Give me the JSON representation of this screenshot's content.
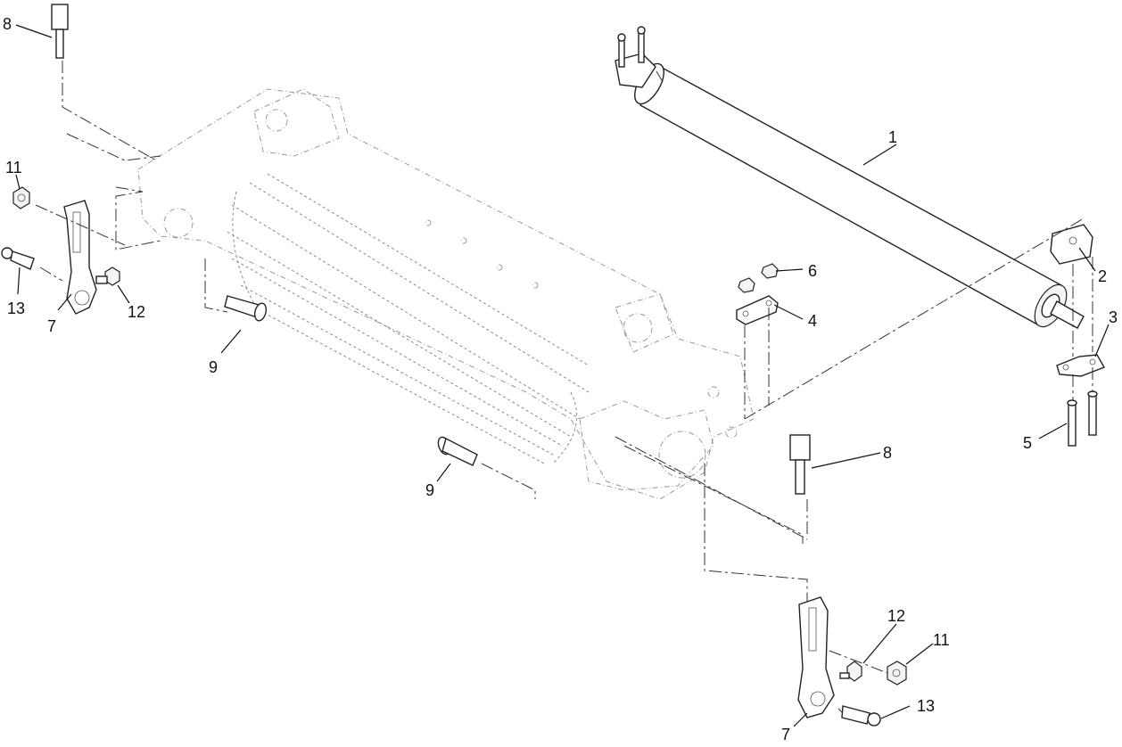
{
  "callouts": {
    "c1": "1",
    "c2": "2",
    "c3": "3",
    "c4": "4",
    "c5": "5",
    "c6": "6",
    "c7a": "7",
    "c7b": "7",
    "c8a": "8",
    "c8b": "8",
    "c9a": "9",
    "c9b": "9",
    "c11a": "11",
    "c11b": "11",
    "c12a": "12",
    "c12b": "12",
    "c13a": "13",
    "c13b": "13"
  }
}
